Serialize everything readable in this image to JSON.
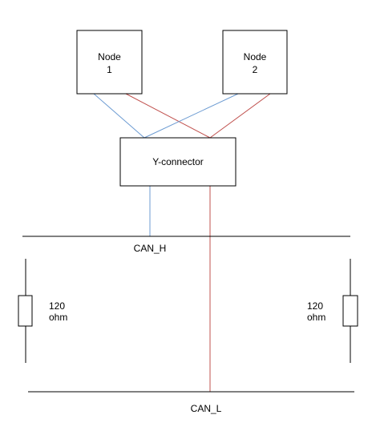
{
  "nodes": [
    {
      "label_line1": "Node",
      "label_line2": "1"
    },
    {
      "label_line1": "Node",
      "label_line2": "2"
    }
  ],
  "connector": {
    "label": "Y-connector"
  },
  "bus": {
    "high_label": "CAN_H",
    "low_label": "CAN_L"
  },
  "terminators": [
    {
      "value": "120",
      "unit": "ohm"
    },
    {
      "value": "120",
      "unit": "ohm"
    }
  ],
  "colors": {
    "can_high_wire": "#6c9bd2",
    "can_low_wire": "#c0504d",
    "outline": "#000000"
  }
}
